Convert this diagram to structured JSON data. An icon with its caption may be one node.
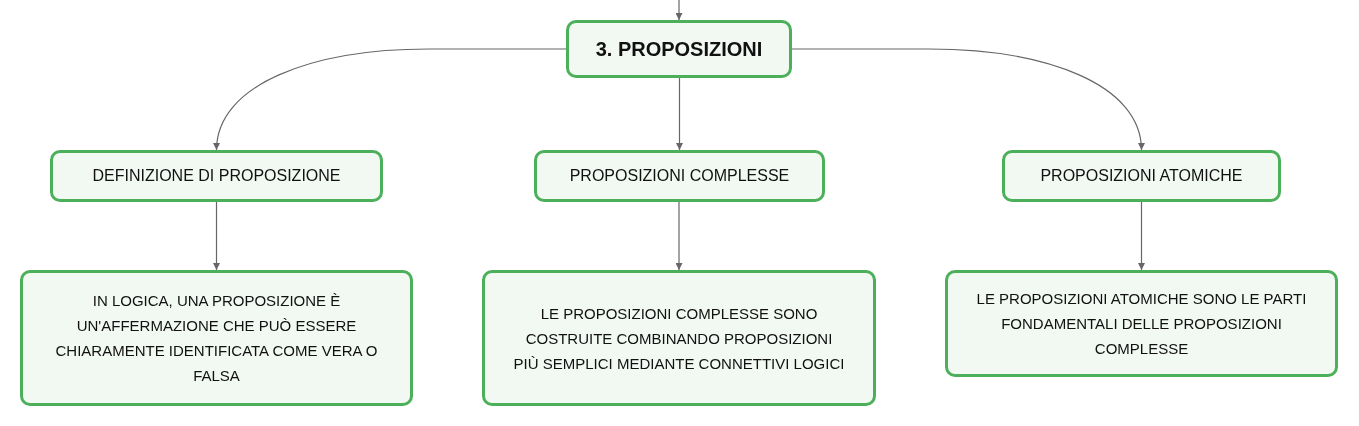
{
  "diagram": {
    "nodes": [
      {
        "text": [
          "3. PROPOSIZIONI"
        ]
      },
      {
        "text": [
          "DEFINIZIONE DI PROPOSIZIONE"
        ]
      },
      {
        "text": [
          "PROPOSIZIONI COMPLESSE"
        ]
      },
      {
        "text": [
          "PROPOSIZIONI ATOMICHE"
        ]
      },
      {
        "text": [
          "IN LOGICA, UNA PROPOSIZIONE È UN'AFFERMAZIONE CHE PUÒ ESSERE CHIARAMENTE IDENTIFICATA COME VERA O FALSA"
        ]
      },
      {
        "text": [
          "LE PROPOSIZIONI COMPLESSE SONO COSTRUITE COMBINANDO PROPOSIZIONI PIÙ SEMPLICI MEDIANTE CONNETTIVI LOGICI"
        ]
      },
      {
        "text": [
          "LE PROPOSIZIONI ATOMICHE SONO LE PARTI FONDAMENTALI DELLE PROPOSIZIONI COMPLESSE"
        ]
      }
    ],
    "edges": [
      {
        "from": null,
        "to": 0,
        "arrow": "to"
      },
      {
        "from": 0,
        "to": 1,
        "arrow": "to"
      },
      {
        "from": 0,
        "to": 2,
        "arrow": "to"
      },
      {
        "from": 0,
        "to": 3,
        "arrow": "to"
      },
      {
        "from": 1,
        "to": 4,
        "arrow": "to"
      },
      {
        "from": 2,
        "to": 5,
        "arrow": "to"
      },
      {
        "from": 3,
        "to": 6,
        "arrow": "to"
      }
    ]
  }
}
